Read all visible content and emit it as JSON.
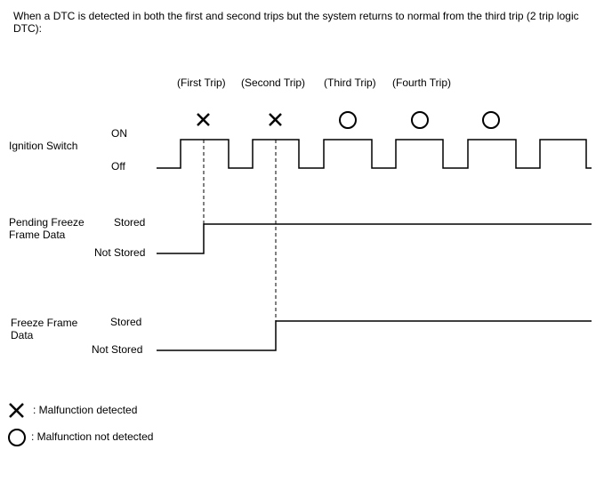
{
  "intro_text": "When a DTC is detected in both the first and second trips but the system returns to normal from the third trip (2 trip logic DTC):",
  "trips": [
    {
      "label": "(First Trip)"
    },
    {
      "label": "(Second Trip)"
    },
    {
      "label": "(Third Trip)"
    },
    {
      "label": "(Fourth Trip)"
    }
  ],
  "rows": {
    "ignition": {
      "label": "Ignition Switch",
      "high_label": "ON",
      "low_label": "Off"
    },
    "pending": {
      "label": "Pending Freeze\nFrame Data",
      "high_label": "Stored",
      "low_label": "Not Stored"
    },
    "freeze": {
      "label": "Freeze Frame\nData",
      "high_label": "Stored",
      "low_label": "Not Stored"
    }
  },
  "trip_markers": [
    "cross",
    "cross",
    "circle",
    "circle",
    "circle"
  ],
  "legend": {
    "cross_text": ": Malfunction detected",
    "circle_text": ": Malfunction not detected"
  }
}
